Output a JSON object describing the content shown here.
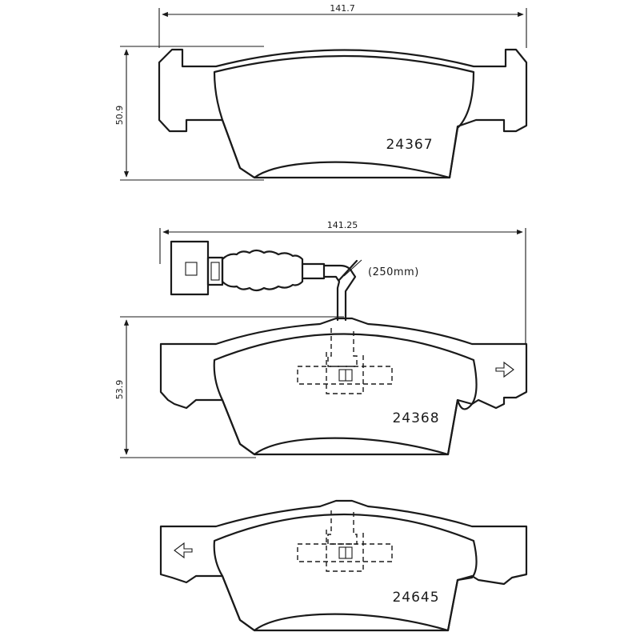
{
  "drawing": {
    "top_pad": {
      "width_dim": "141.7",
      "height_dim": "50.9",
      "part_number": "24367"
    },
    "middle_pad": {
      "width_dim": "141.25",
      "height_dim": "53.9",
      "part_number": "24368",
      "cable_length": "(250mm)"
    },
    "bottom_pad": {
      "part_number": "24645"
    }
  }
}
